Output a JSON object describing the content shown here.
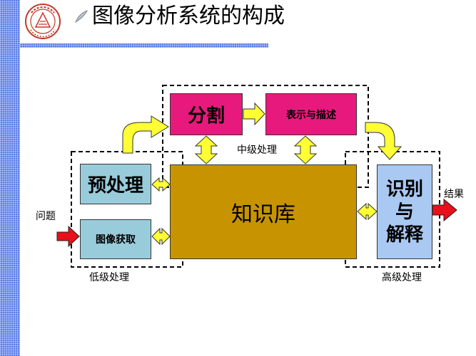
{
  "slide": {
    "title": "图像分析系统的构成"
  },
  "logo": {
    "seal_text": "重庆大学 CHONGQING UNIVERSITY"
  },
  "boxes": {
    "fenge": "分割",
    "biaoshi": "表示与描述",
    "yuchuli": "预处理",
    "huoqu": "图像获取",
    "zhishiku": "知识库",
    "shibie_lines": [
      "识别",
      "与",
      "解释"
    ]
  },
  "labels": {
    "zhongji": "中级处理",
    "diji": "低级处理",
    "gaoji": "高级处理",
    "wenti": "问题",
    "jieguo": "结果"
  },
  "colors": {
    "theme_blue": "#5b7de8",
    "magenta_box": "#e8197d",
    "cyan_box": "#99ccdb",
    "knowledge_gold": "#c79400",
    "result_blue": "#a9c9f2",
    "arrow_yellow": "#ffff33",
    "arrow_red": "#e8101a"
  }
}
